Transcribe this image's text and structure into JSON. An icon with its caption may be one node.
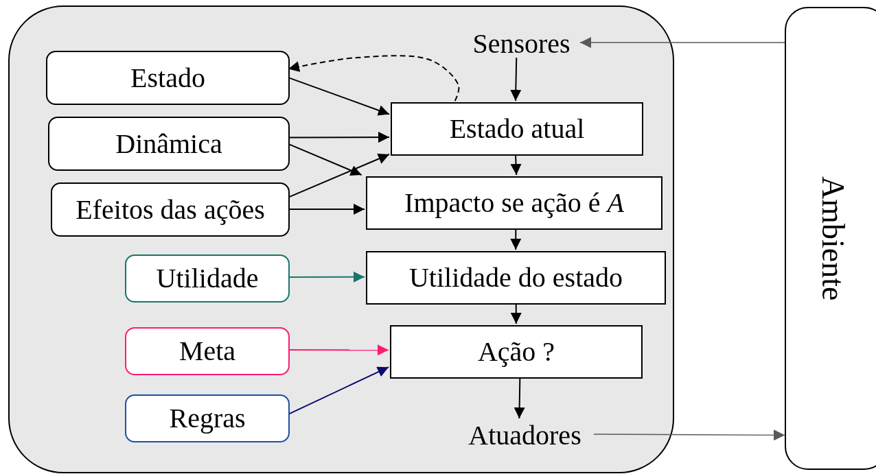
{
  "diagram": {
    "nodes": [
      {
        "text": [],
        "shape": "box"
      },
      {
        "text": [
          "Sensores"
        ],
        "in": 0
      },
      {
        "text": [
          "Estado"
        ],
        "in": 0
      },
      {
        "text": [
          "Dinâmica"
        ],
        "in": 0
      },
      {
        "text": [
          "Efeitos das ações"
        ],
        "in": 0
      },
      {
        "text": [
          "Estado atual"
        ],
        "in": 0
      },
      {
        "text": [
          "Impacto se ação é *A*"
        ],
        "in": 0
      },
      {
        "text": [
          "Utilidade"
        ],
        "in": 0
      },
      {
        "text": [
          "Utilidade do estado"
        ],
        "in": 0
      },
      {
        "text": [
          "Meta"
        ],
        "in": 0
      },
      {
        "text": [
          "Regras"
        ],
        "in": 0
      },
      {
        "text": [
          "Ação ?"
        ],
        "in": 0
      },
      {
        "text": [
          "Atuadores"
        ],
        "in": 0
      },
      {
        "text": [
          "Ambiente"
        ]
      }
    ],
    "edges": [
      {
        "from": 13,
        "to": 1,
        "arrow": "to",
        "color": "#595959"
      },
      {
        "from": 1,
        "to": 5,
        "arrow": "to"
      },
      {
        "from": 5,
        "to": 2,
        "arrow": "to",
        "style": "dashed"
      },
      {
        "from": 2,
        "to": 5,
        "arrow": "to"
      },
      {
        "from": 3,
        "to": 5,
        "arrow": "to"
      },
      {
        "from": 3,
        "to": 6,
        "arrow": "to"
      },
      {
        "from": 4,
        "to": 5,
        "arrow": "to"
      },
      {
        "from": 4,
        "to": 6,
        "arrow": "to"
      },
      {
        "from": 5,
        "to": 6,
        "arrow": "to"
      },
      {
        "from": 6,
        "to": 8,
        "arrow": "to"
      },
      {
        "from": 7,
        "to": 8,
        "arrow": "to",
        "color": "#17756d"
      },
      {
        "from": 8,
        "to": 11,
        "arrow": "to"
      },
      {
        "from": 9,
        "to": 11,
        "arrow": "to",
        "color": "#ff1a75"
      },
      {
        "from": 10,
        "to": 11,
        "arrow": "to",
        "color": "#0a0a6e"
      },
      {
        "from": 11,
        "to": 12,
        "arrow": "to"
      },
      {
        "from": 12,
        "to": 13,
        "arrow": "to",
        "color": "#595959"
      }
    ]
  }
}
